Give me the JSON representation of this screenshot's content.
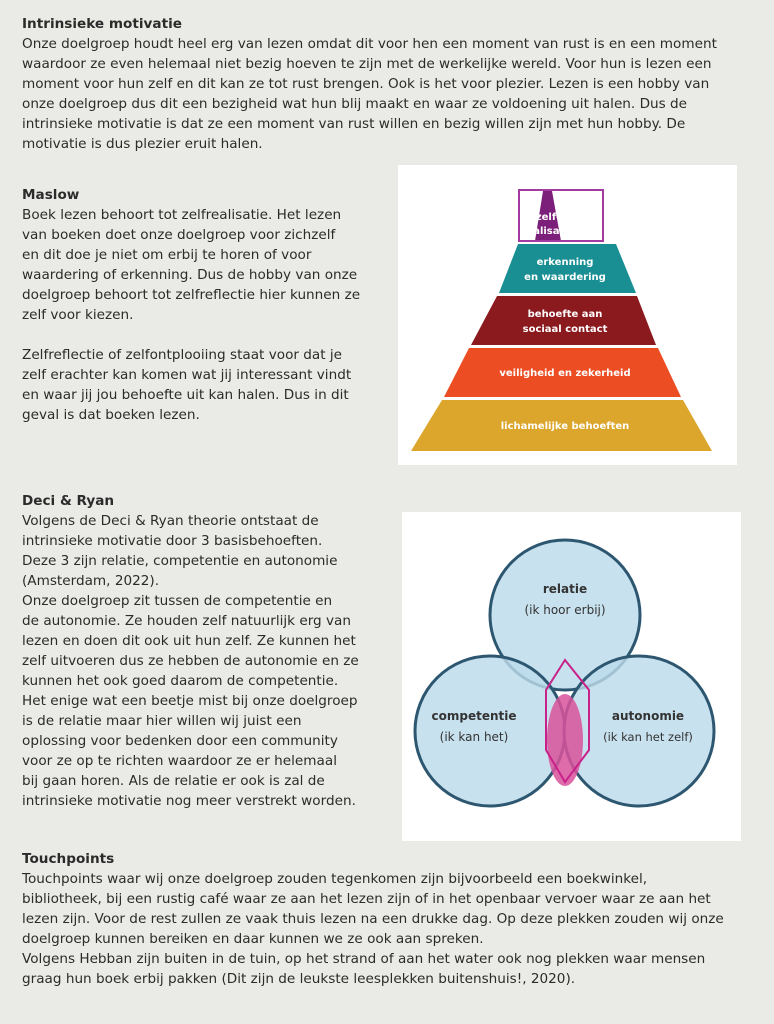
{
  "sections": {
    "intrinsiek": {
      "title": "Intrinsieke motivatie",
      "body": "Onze doelgroep houdt heel erg van lezen omdat dit voor hen een moment van rust is en een moment\nwaardoor ze even helemaal niet bezig hoeven te zijn met de werkelijke wereld. Voor hun is lezen een\nmoment voor hun zelf en dit kan ze tot rust brengen. Ook is het voor plezier. Lezen is een hobby van\nonze doelgroep dus dit een bezigheid wat hun blij maakt en waar ze voldoening uit halen. Dus de\nintrinsieke motivatie is dat ze een moment van rust willen en bezig willen zijn met hun hobby. De\nmotivatie is dus plezier eruit halen."
    },
    "maslow": {
      "title": "Maslow",
      "body": "Boek lezen behoort tot zelfrealisatie. Het lezen\nvan boeken doet onze doelgroep voor zichzelf\nen dit doe je niet om erbij te horen of voor\nwaardering of erkenning. Dus de hobby van onze\ndoelgroep behoort tot zelfreflectie hier kunnen ze\nzelf voor kiezen.\n\nZelfreflectie of zelfontplooiing staat voor dat je\nzelf erachter kan komen wat jij interessant vindt\nen waar jij jou behoefte uit kan halen. Dus in dit\ngeval is dat boeken lezen."
    },
    "deci": {
      "title": "Deci & Ryan",
      "body": "Volgens de Deci & Ryan theorie ontstaat de\nintrinsieke motivatie door 3 basisbehoeften.\nDeze 3 zijn relatie, competentie en autonomie\n(Amsterdam, 2022).\nOnze doelgroep zit tussen de competentie en\nde autonomie. Ze houden zelf natuurlijk erg van\nlezen en doen dit ook uit hun zelf. Ze kunnen het\nzelf uitvoeren dus ze hebben de autonomie en ze\nkunnen het ook goed daarom de competentie.\nHet enige wat een beetje mist bij onze doelgroep\nis de relatie maar hier willen wij juist een\noplossing voor bedenken door een community\nvoor ze op te richten waardoor ze er helemaal\nbij gaan horen. Als de relatie er ook is zal de\nintrinsieke motivatie nog meer verstrekt worden."
    },
    "touch": {
      "title": "Touchpoints",
      "body": "Touchpoints waar wij onze doelgroep zouden tegenkomen zijn bijvoorbeeld een boekwinkel,\nbibliotheek, bij een rustig café waar ze aan het lezen zijn of in het openbaar vervoer waar ze aan het\nlezen zijn. Voor de rest zullen ze vaak thuis lezen na een drukke dag. Op deze plekken zouden wij onze\ndoelgroep kunnen bereiken en daar kunnen we ze ook aan spreken.\nVolgens Hebban zijn buiten in de tuin, op het strand of aan het water ook nog plekken waar mensen\ngraag hun boek erbij pakken (Dit zijn de leukste leesplekken buitenshuis!, 2020)."
    }
  },
  "pyramid": {
    "levels": [
      {
        "line1": "zelf-",
        "line2": "realisatie",
        "color": "#7b1f7a"
      },
      {
        "line1": "erkenning",
        "line2": "en waardering",
        "color": "#198f93"
      },
      {
        "line1": "behoefte aan",
        "line2": "sociaal contact",
        "color": "#8a1a1d"
      },
      {
        "line1": "veiligheid en zekerheid",
        "line2": "",
        "color": "#ec4d22"
      },
      {
        "line1": "lichamelijke behoeften",
        "line2": "",
        "color": "#dba62b"
      }
    ],
    "highlight_color": "#a23aa0"
  },
  "venn": {
    "relatie": {
      "label": "relatie",
      "sub": "(ik hoor erbij)"
    },
    "competentie": {
      "label": "competentie",
      "sub": "(ik kan het)"
    },
    "autonomie": {
      "label": "autonomie",
      "sub": "(ik kan het zelf)"
    },
    "circle_fill": "#bcdbea",
    "circle_stroke": "#2d5770",
    "overlap_color": "#d9529b"
  }
}
